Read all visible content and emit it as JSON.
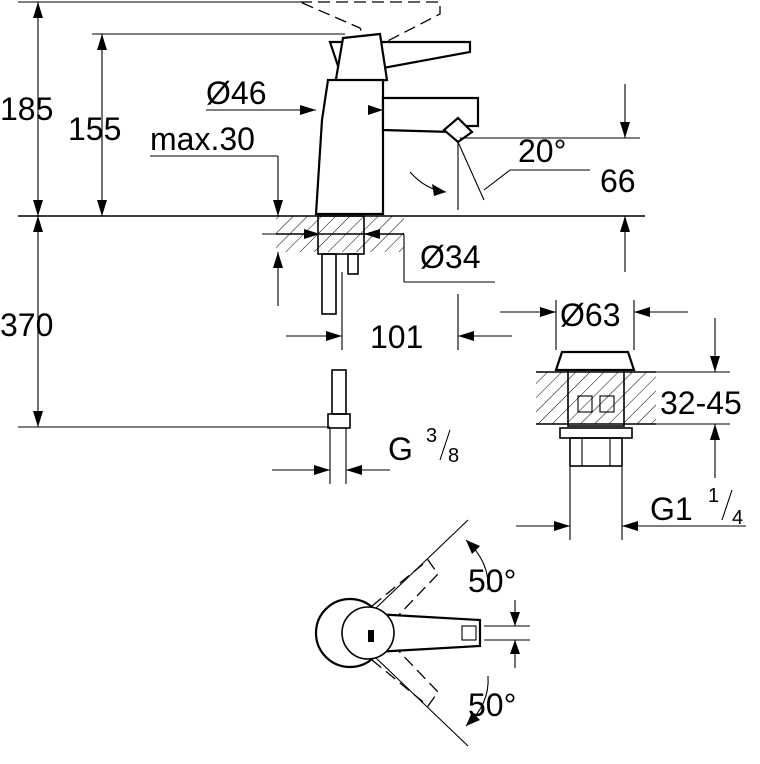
{
  "dimensions": {
    "height_total": "185",
    "height_spout": "155",
    "body_diameter": "Ø46",
    "max_deck": "max.30",
    "spout_angle": "20°",
    "spout_height": "66",
    "hole_diameter": "Ø34",
    "below_deck": "370",
    "spout_reach": "101",
    "waste_diameter": "Ø63",
    "waste_thickness": "32-45",
    "hose_thread": "G",
    "hose_thread_num": "3",
    "hose_thread_den": "8",
    "waste_thread": "G1",
    "waste_thread_num": "1",
    "waste_thread_den": "4",
    "lever_angle_top": "50°",
    "lever_angle_bottom": "50°"
  }
}
